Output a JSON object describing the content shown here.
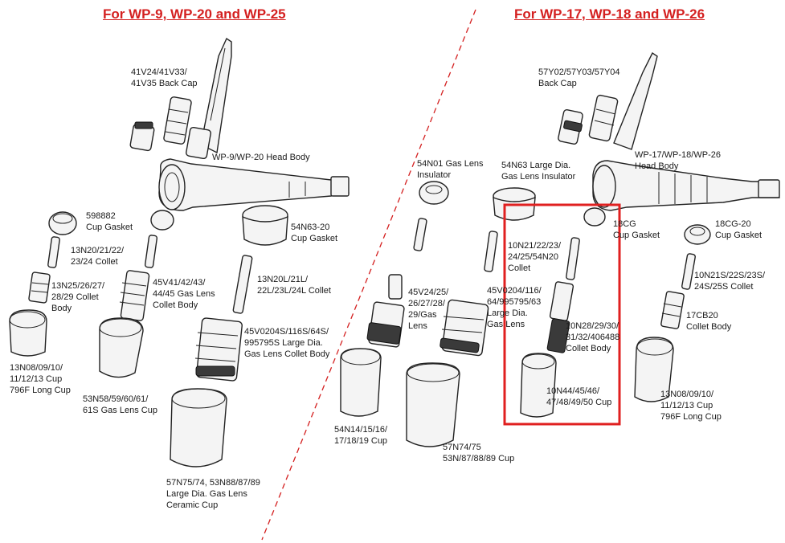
{
  "headers": {
    "left": "For  WP-9, WP-20 and WP-25",
    "right": "For  WP-17, WP-18 and WP-26"
  },
  "colors": {
    "header": "#d42020",
    "divider": "#d42020",
    "highlight": "#e02020"
  },
  "labels": {
    "back_cap_l": [
      "41V24/41V33/",
      "41V35 Back Cap"
    ],
    "head_body_l": [
      "WP-9/WP-20 Head Body"
    ],
    "cup_gasket_598882": [
      "598882",
      "Cup Gasket"
    ],
    "collet_13n20": [
      "13N20/21/22/",
      "23/24 Collet"
    ],
    "collet_body_13n25": [
      "13N25/26/27/",
      "28/29 Collet",
      "Body"
    ],
    "cup_13n08_l": [
      "13N08/09/10/",
      "11/12/13 Cup",
      "796F Long  Cup"
    ],
    "gas_lens_45v41": [
      "45V41/42/43/",
      "44/45 Gas Lens",
      "Collet Body"
    ],
    "gas_lens_cup_53n58": [
      "53N58/59/60/61/",
      "61S  Gas Lens  Cup"
    ],
    "cup_gasket_54n63_20": [
      "54N63-20",
      "Cup Gasket"
    ],
    "collet_13n20l": [
      "13N20L/21L/",
      "22L/23L/24L Collet"
    ],
    "large_dia_45v0204s": [
      "45V0204S/116S/64S/",
      "995795S Large Dia.",
      "Gas Lens Collet Body"
    ],
    "ceramic_cup_57n75": [
      "57N75/74, 53N88/87/89",
      "Large Dia. Gas Lens",
      "Ceramic Cup"
    ],
    "insulator_54n01": [
      "54N01 Gas Lens",
      "Insulator"
    ],
    "insulator_54n63": [
      "54N63 Large Dia.",
      "Gas Lens Insulator"
    ],
    "gas_lens_45v24": [
      "45V24/25/",
      "26/27/28/",
      "29/Gas",
      "Lens"
    ],
    "large_dia_45v0204": [
      "45V0204/116/",
      "64/995795/63",
      "Large Dia.",
      "Gas Lens"
    ],
    "cup_54n14": [
      "54N14/15/16/",
      "17/18/19 Cup"
    ],
    "cup_57n74": [
      "57N74/75",
      "53N/87/88/89 Cup"
    ],
    "back_cap_r": [
      "57Y02/57Y03/57Y04",
      "Back Cap"
    ],
    "head_body_r": [
      "WP-17/WP-18/WP-26",
      "Head Body"
    ],
    "collet_10n21": [
      "10N21/22/23/",
      "24/25/54N20",
      "Collet"
    ],
    "cup_gasket_18cg": [
      "18CG",
      "Cup Gasket"
    ],
    "collet_body_10n28": [
      "10N28/29/30/",
      "31/32/406488",
      "Collet Body"
    ],
    "cup_10n44": [
      "10N44/45/46/",
      "47/48/49/50 Cup"
    ],
    "cup_gasket_18cg20": [
      "18CG-20",
      "Cup Gasket"
    ],
    "collet_10n21s": [
      "10N21S/22S/23S/",
      "24S/25S Collet"
    ],
    "collet_body_17cb20": [
      "17CB20",
      "Collet Body"
    ],
    "cup_13n08_r": [
      "13N08/09/10/",
      "11/12/13 Cup",
      "796F Long  Cup"
    ]
  }
}
